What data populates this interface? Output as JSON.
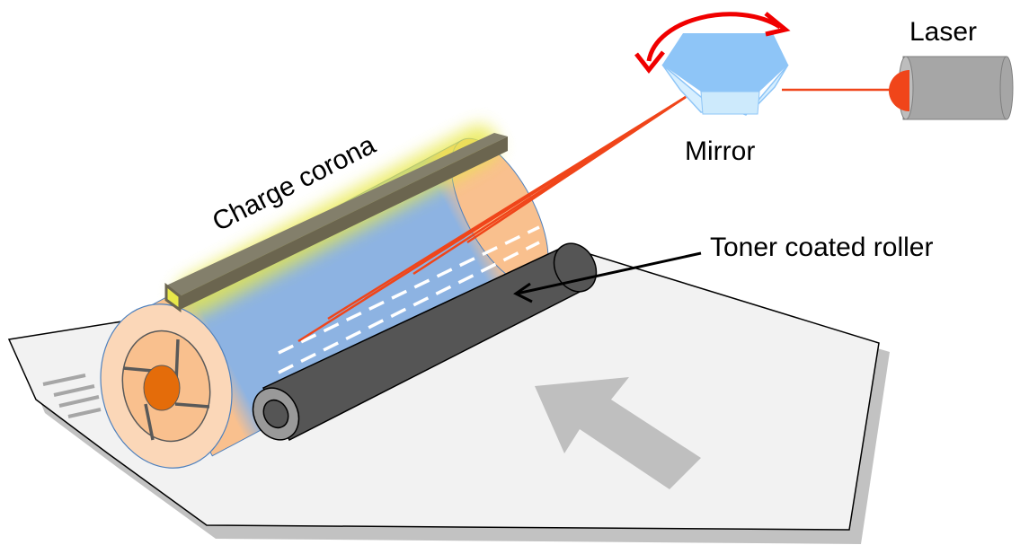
{
  "labels": {
    "charge_corona": "Charge corona",
    "mirror": "Mirror",
    "laser": "Laser",
    "toner_roller": "Toner coated roller"
  },
  "colors": {
    "drum_blue": "#8db3e2",
    "drum_end": "#f9c08e",
    "drum_face": "#fbd7b8",
    "hub": "#e46c0a",
    "laser_beam": "#f0451a",
    "rotation_arrow": "#f00000",
    "roller": "#555555",
    "corona": "#6b654f",
    "mirror": "#8ec5f7",
    "laser_body": "#a6a6a6",
    "paper": "#f2f2f2",
    "feed_arrow": "#bfbfbf"
  }
}
